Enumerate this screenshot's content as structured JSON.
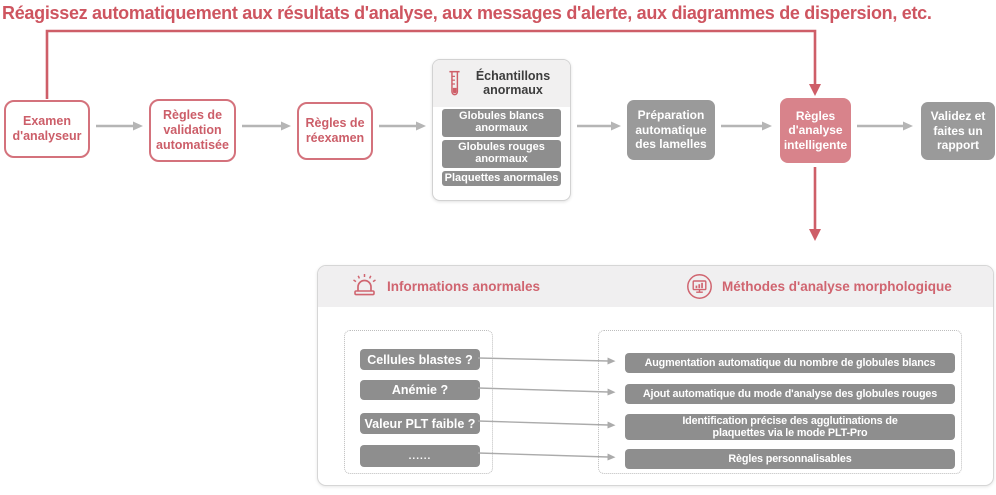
{
  "title": "Réagissez automatiquement aux résultats d'analyse, aux messages d'alerte, aux diagrammes de dispersion, etc.",
  "flow": {
    "analyzer_exam": "Examen d'analyseur",
    "validation_rules": "Règles de validation automatisée",
    "recheck_rules": "Règles de réexamen",
    "slide_prep": "Préparation automatique des lamelles",
    "smart_rules": "Règles d'analyse intelligente",
    "validate_report": "Validez et faites un rapport"
  },
  "samples_panel": {
    "title": "Échantillons anormaux",
    "items": [
      "Globules blancs anormaux",
      "Globules rouges anormaux",
      "Plaquettes anormales"
    ]
  },
  "bottom_panel": {
    "left_header": "Informations anormales",
    "right_header": "Méthodes d'analyse morphologique",
    "left_items": [
      "Cellules blastes ?",
      "Anémie ?",
      "Valeur PLT faible ?",
      "......"
    ],
    "right_items": [
      "Augmentation automatique du nombre de globules blancs",
      "Ajout automatique du mode d'analyse des globules rouges",
      "Identification précise des agglutinations de plaquettes via le mode PLT-Pro",
      "Règles personnalisables"
    ]
  },
  "icons": {
    "test_tube": "test-tube-icon",
    "alarm": "alarm-beacon-icon",
    "monitor_chart": "monitor-chart-icon"
  },
  "colors": {
    "accent_red": "#ce5e68",
    "pink_fill": "#d8838b",
    "box_gray": "#9a9a9a",
    "inner_box_gray": "#8e8e8e",
    "arrow_gray": "#b5b5b5",
    "panel_header_gray": "#f0eff0"
  }
}
